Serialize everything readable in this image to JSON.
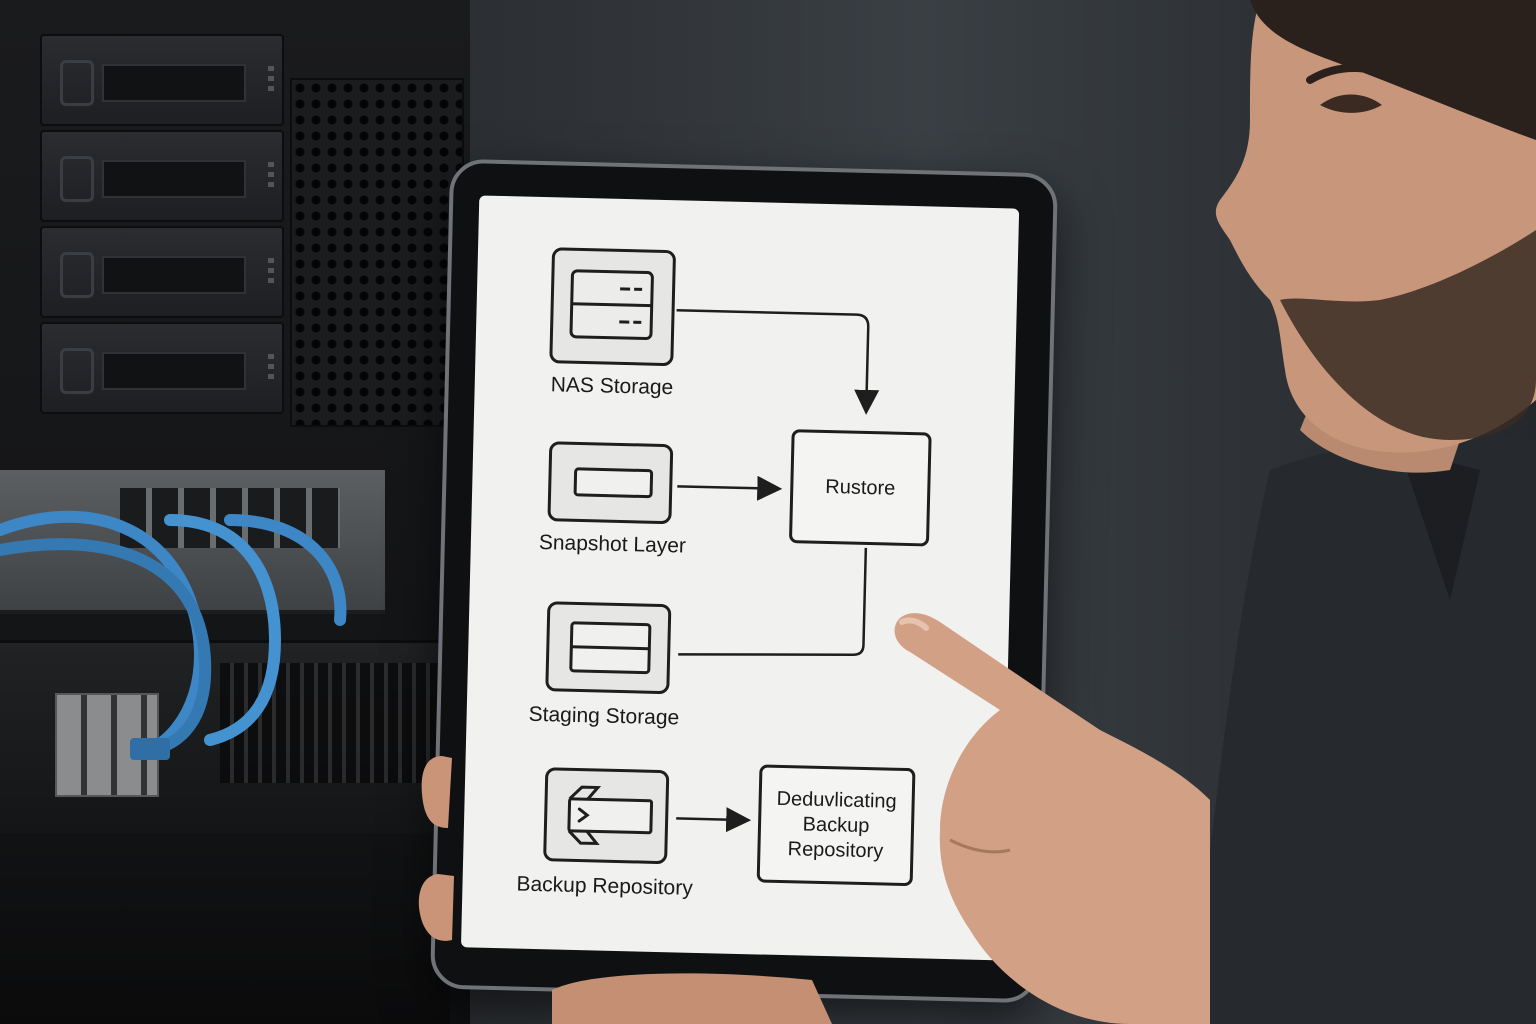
{
  "diagram": {
    "nodes": [
      {
        "id": "nas",
        "label": "NAS Storage",
        "icon": "server-drives-icon"
      },
      {
        "id": "snapshot",
        "label": "Snapshot Layer",
        "icon": "drive-slot-icon"
      },
      {
        "id": "staging",
        "label": "Staging Storage",
        "icon": "storage-shelf-icon"
      },
      {
        "id": "backup",
        "label": "Backup Repository",
        "icon": "terminal-prompt-icon"
      }
    ],
    "rustore": {
      "label": "Rustore"
    },
    "dedup": {
      "lines": [
        "Deduvlicating",
        "Backup",
        "Repository"
      ]
    }
  },
  "colors": {
    "screen": "#f1f1f0",
    "stroke": "#1e1e1e",
    "cable": "#3d87c6"
  }
}
